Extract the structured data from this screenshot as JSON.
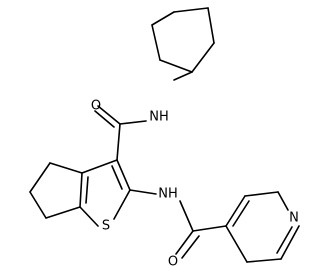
{
  "molecule": {
    "atom_labels": {
      "amide1_oxygen": "O",
      "amide1_nh": "NH",
      "thiophene_sulfur": "S",
      "amide2_nh": "NH",
      "amide2_oxygen": "O",
      "pyridine_nitrogen": "N"
    }
  },
  "colors": {
    "bond": "#000000",
    "label": "#000000",
    "background": "#ffffff"
  }
}
